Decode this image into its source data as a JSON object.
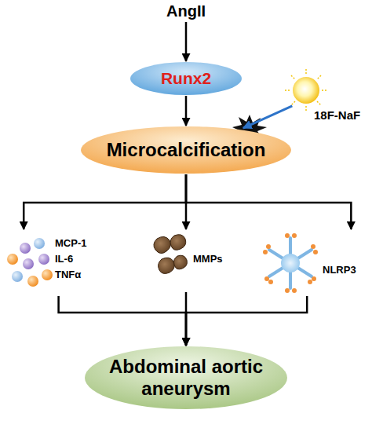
{
  "diagram": {
    "nodes": [
      {
        "text": [
          "AngII"
        ]
      },
      {
        "text": [
          "Runx2"
        ]
      },
      {
        "text": [
          "18F-NaF"
        ]
      },
      {
        "text": [
          "Microcalcification"
        ]
      },
      {
        "text": [
          "MCP-1 IL-6 TNFα"
        ]
      },
      {
        "text": [
          "MMPs"
        ]
      },
      {
        "text": [
          "NLRP3"
        ]
      },
      {
        "text": [
          "Abdominal aortic aneurysm"
        ]
      }
    ],
    "edges": [
      {
        "from": 0,
        "to": 1,
        "arrow": "to"
      },
      {
        "from": 1,
        "to": 3,
        "arrow": "to"
      },
      {
        "from": 2,
        "to": 3,
        "arrow": "to"
      },
      {
        "from": 3,
        "to": 4,
        "arrow": "to"
      },
      {
        "from": 3,
        "to": 5,
        "arrow": "to"
      },
      {
        "from": 3,
        "to": 6,
        "arrow": "to"
      },
      {
        "from": 4,
        "to": 7,
        "arrow": "to"
      },
      {
        "from": 5,
        "to": 7,
        "arrow": "to"
      },
      {
        "from": 6,
        "to": 7,
        "arrow": "to"
      }
    ]
  }
}
